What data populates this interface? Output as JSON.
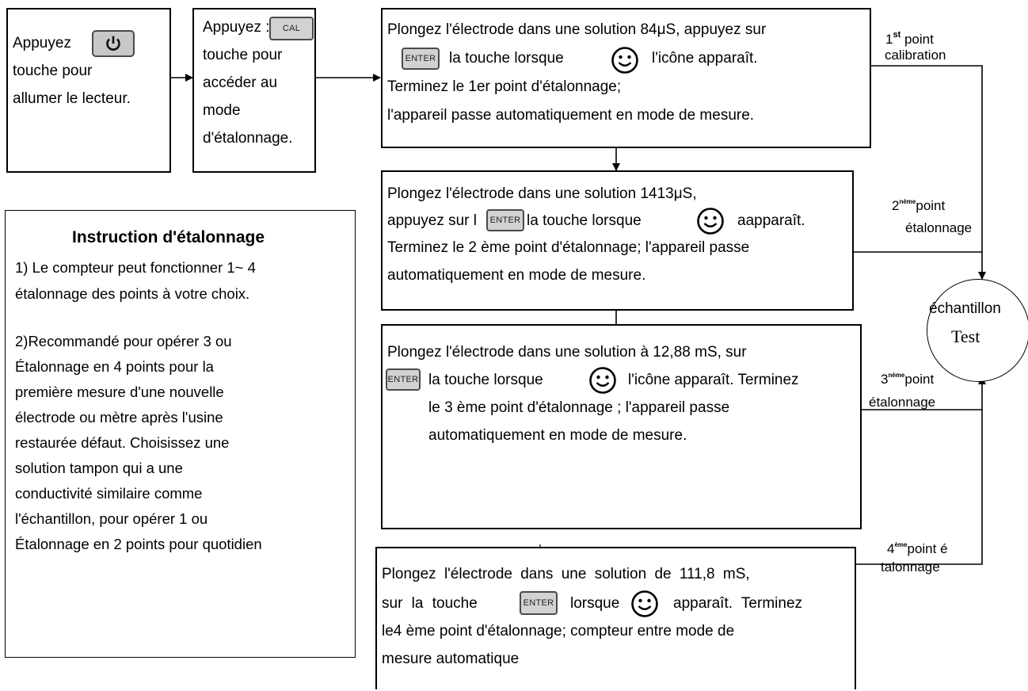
{
  "step_power": {
    "lines": [
      "Appuyez",
      "touche pour",
      "allumer le lecteur."
    ],
    "key": "power-icon"
  },
  "step_cal": {
    "lines": [
      "Appuyez :",
      "touche pour",
      "accéder au",
      "mode",
      "d'étalonnage."
    ],
    "key_label": "CAL"
  },
  "enter_label": "ENTER",
  "step1": {
    "line1": "Plongez l'électrode dans une solution 84μS, appuyez sur",
    "line2a": "la touche lorsque",
    "line2b": "l'icône apparaît.",
    "line3": "Terminez le 1er point d'étalonnage;",
    "line4": "l'appareil passe automatiquement en mode de mesure.",
    "side_sup": "st",
    "side_num": "1",
    "side_a": " point",
    "side_b": "calibration"
  },
  "step2": {
    "line1": "Plongez l'électrode dans une solution 1413μS,",
    "line2a": "appuyez sur l",
    "line2b": "la touche lorsque",
    "line2c": "aapparaît.",
    "line3": "Terminez le 2 ème point d'étalonnage; l'appareil passe",
    "line4": "automatiquement en mode de mesure.",
    "side_num": "2",
    "side_sup": "nème",
    "side_a": "point",
    "side_b": "étalonnage"
  },
  "step3": {
    "line1": "Plongez l'électrode dans une solution à 12,88 mS,    sur",
    "line2a": "la touche lorsque",
    "line2b": "l'icône apparaît. Terminez",
    "line3": "le 3 ème point d'étalonnage ; l'appareil passe",
    "line4": "automatiquement en mode de mesure.",
    "side_num": "3",
    "side_sup": "nème",
    "side_a": "point",
    "side_b": "étalonnage"
  },
  "step4": {
    "line1": "Plongez l'électrode dans une solution de 111,8 mS,",
    "line2a": "sur la touche",
    "line2b": "lorsque",
    "line2c": "apparaît. Terminez",
    "line3": "le4 ème point d'étalonnage; compteur entre mode de",
    "line4": "mesure automatique",
    "side_num": "4",
    "side_sup": "ème",
    "side_a": "point é",
    "side_b": "talonnage"
  },
  "sample": {
    "line1": "échantillon",
    "line2": "Test"
  },
  "instruction": {
    "title": "Instruction d'étalonnage",
    "lines": [
      "1) Le compteur peut fonctionner 1~ 4",
      "étalonnage des points à votre choix.",
      "",
      "2)Recommandé pour opérer 3 ou",
      "Étalonnage en 4 points pour la",
      "première mesure d'une nouvelle",
      "électrode ou mètre après l'usine",
      "restaurée défaut. Choisissez une",
      "solution tampon qui a une",
      "conductivité similaire comme",
      "l'échantillon, pour opérer 1 ou",
      "Étalonnage en 2 points pour quotidien"
    ]
  }
}
